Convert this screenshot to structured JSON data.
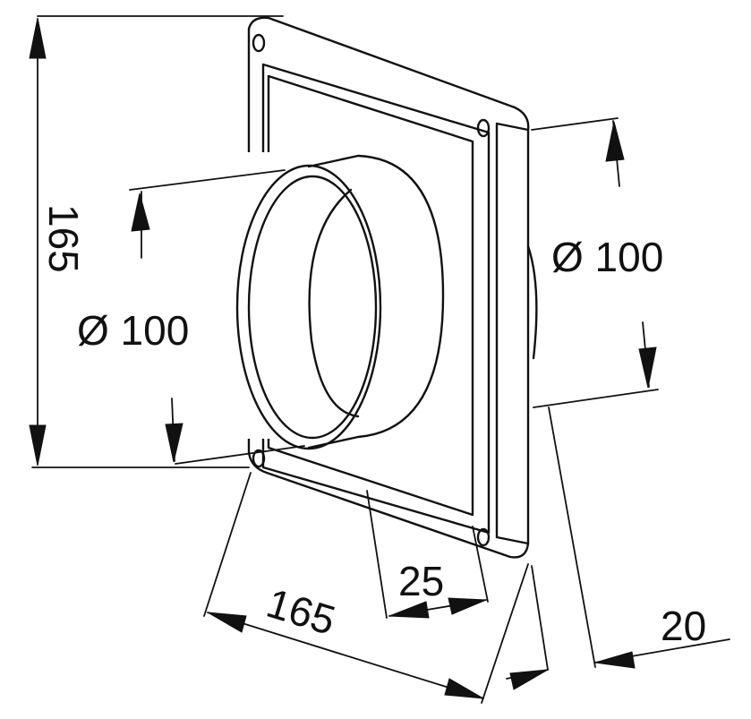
{
  "dimensions": {
    "height": "165",
    "width": "165",
    "diameter_front": "Ø 100",
    "diameter_rear": "Ø 100",
    "depth_spigot": "25",
    "depth_frame": "20"
  }
}
